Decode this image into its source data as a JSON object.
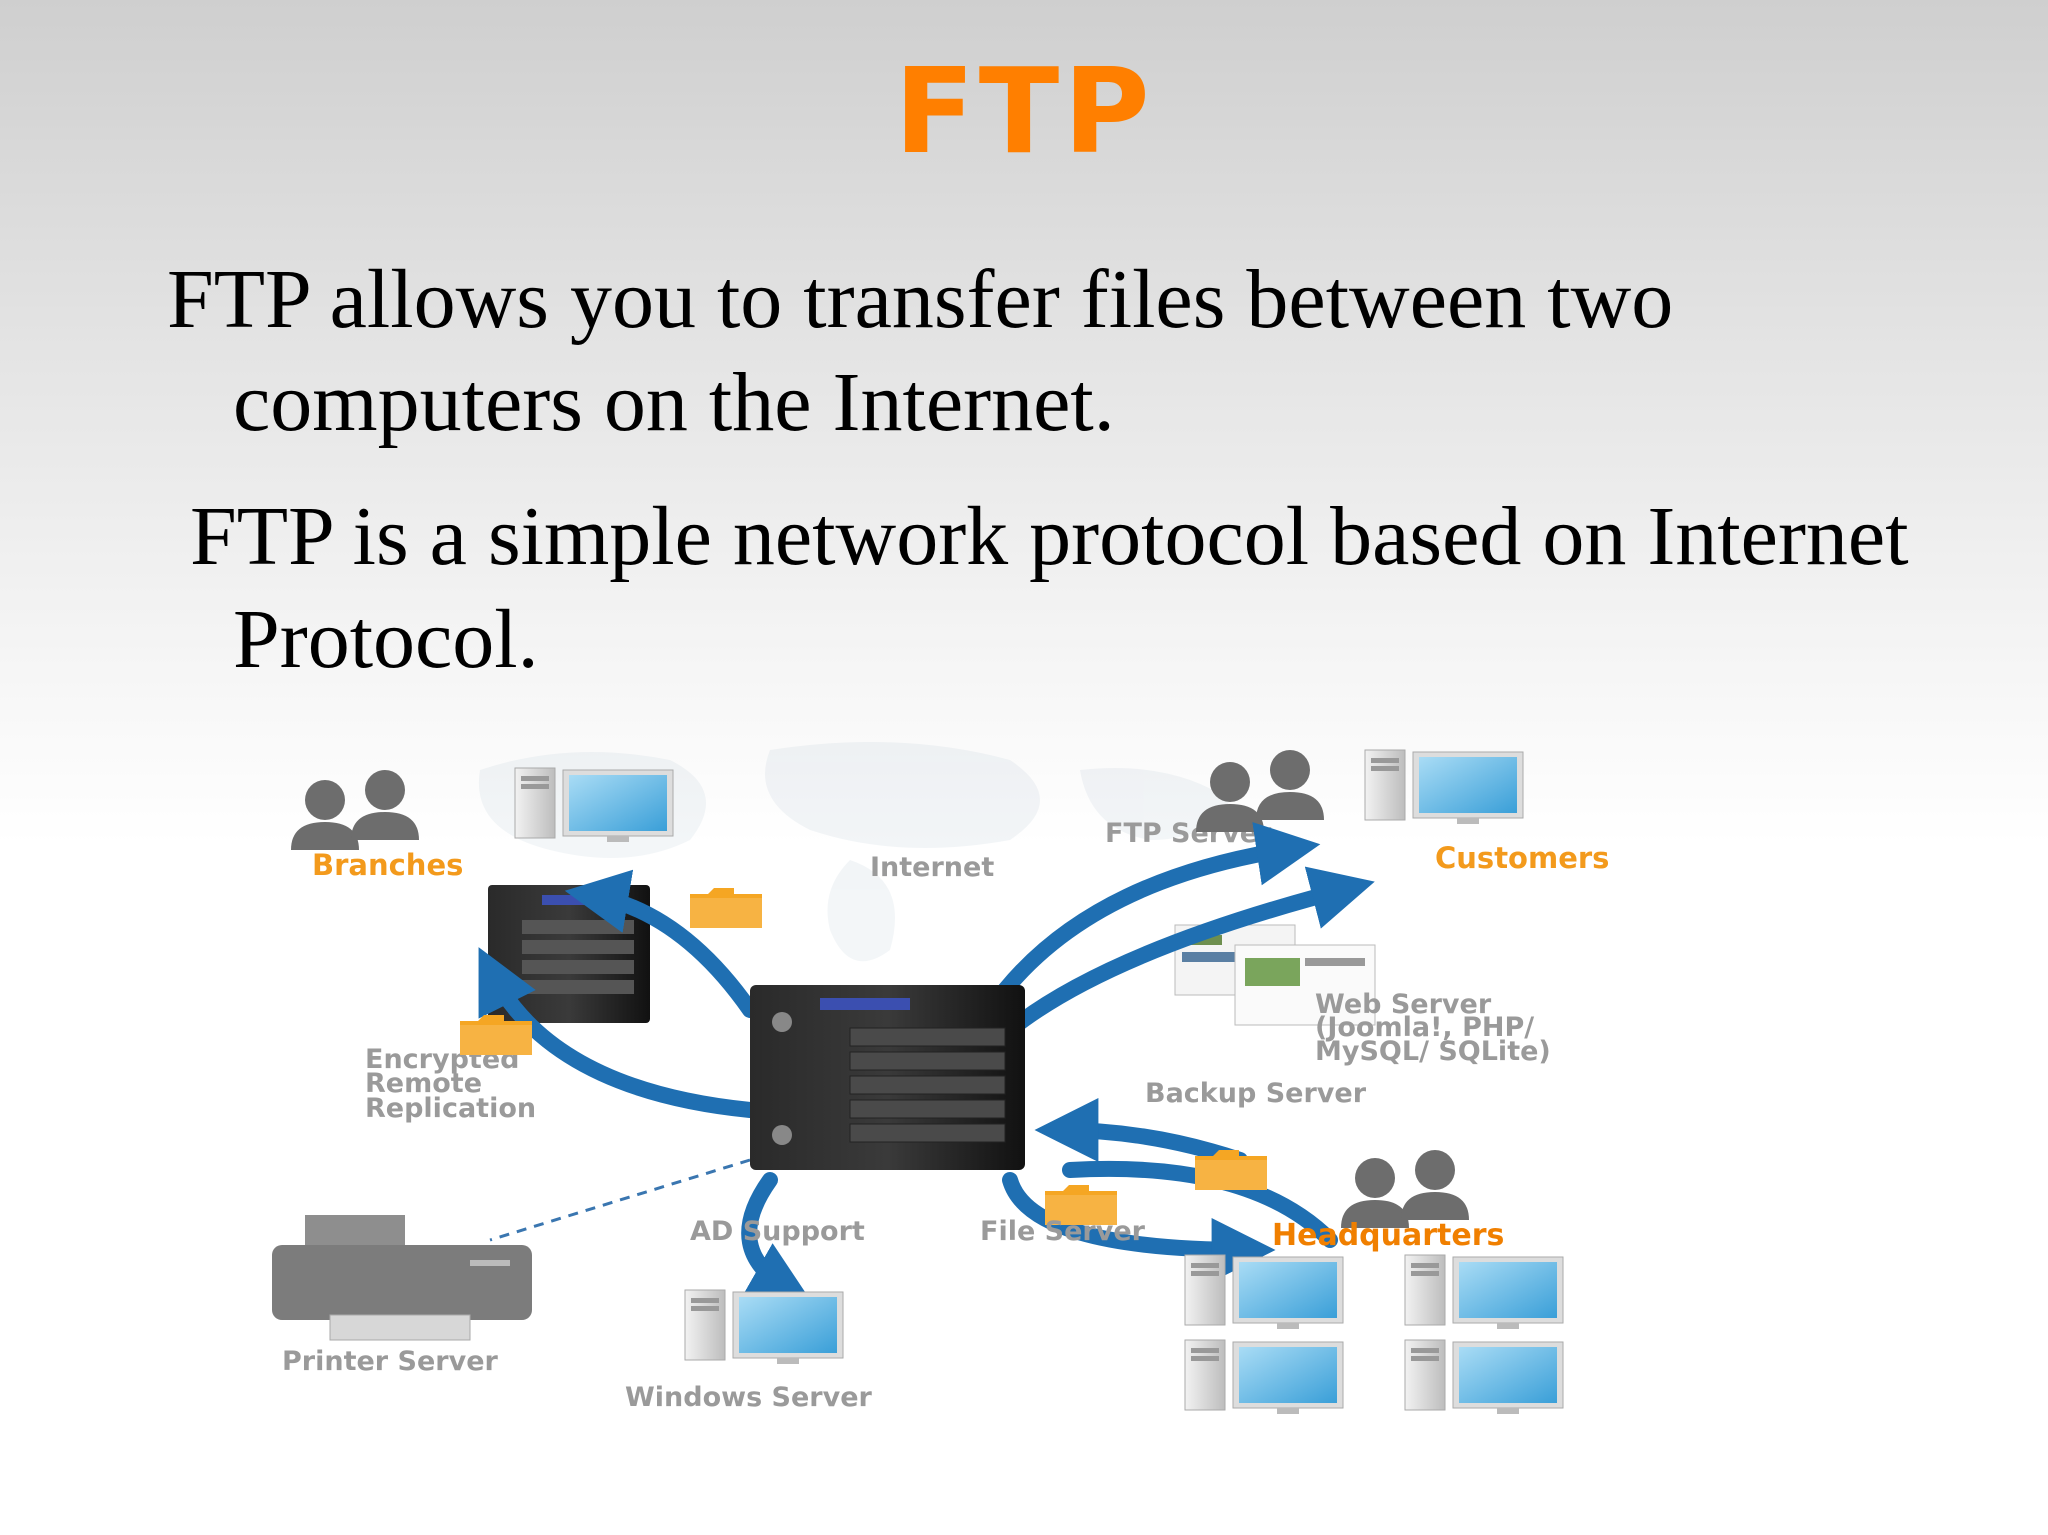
{
  "title": "FTP",
  "bullets": [
    {
      "line1": "FTP allows you to transfer files between two",
      "line2": "computers on the Internet."
    },
    {
      "line1": "FTP is a simple network protocol based on Internet",
      "line2": "Protocol."
    }
  ],
  "diagram": {
    "labels": {
      "branches": "Branches",
      "internet": "Internet",
      "ftp_server": "FTP Server",
      "customers": "Customers",
      "web_server_1": "Web Server",
      "web_server_2": "(Joomla!, PHP/",
      "web_server_3": "MySQL/ SQLite)",
      "backup_server": "Backup Server",
      "encrypted_1": "Encrypted",
      "encrypted_2": "Remote",
      "encrypted_3": "Replication",
      "headquarters": "Headquarters",
      "ad_support": "AD Support",
      "file_server": "File Server",
      "printer_server": "Printer Server",
      "windows_server": "Windows Server"
    },
    "colors": {
      "accent_orange": "#f39a1c",
      "arrow_blue": "#1f6fb2",
      "folder_orange": "#f5a623",
      "server_black": "#1a1a1a",
      "monitor_blue": "#57b8e8"
    },
    "icons": [
      "person-icon",
      "computer-icon",
      "nas-server-icon",
      "folder-icon",
      "printer-icon",
      "web-page-icon",
      "arrow-icon"
    ]
  }
}
